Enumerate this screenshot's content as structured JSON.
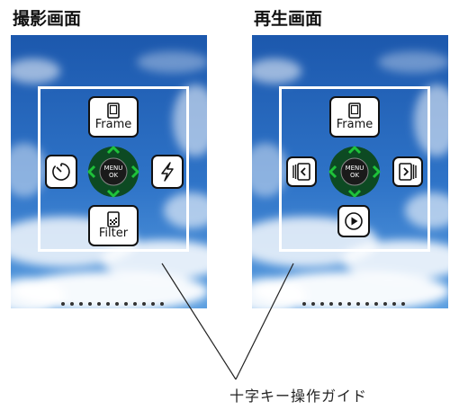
{
  "panels": {
    "shooting": {
      "title": "撮影画面",
      "top_button": {
        "label": "Frame",
        "icon": "frame-icon"
      },
      "left_button": {
        "icon": "self-timer-icon"
      },
      "right_button": {
        "icon": "flash-icon"
      },
      "bottom_button": {
        "label": "Filter",
        "icon": "filter-icon"
      },
      "dpad": {
        "line1": "MENU",
        "line2": "OK"
      }
    },
    "playback": {
      "title": "再生画面",
      "top_button": {
        "label": "Frame",
        "icon": "frame-icon"
      },
      "left_button": {
        "icon": "previous-image-icon"
      },
      "right_button": {
        "icon": "next-image-icon"
      },
      "bottom_button": {
        "icon": "play-icon"
      },
      "dpad": {
        "line1": "MENU",
        "line2": "OK"
      }
    }
  },
  "caption": "十字キー操作ガイド",
  "colors": {
    "sky_top": "#1f5fb4",
    "sky_bottom": "#4c8fd8",
    "cloud": "#ffffff",
    "dpad_ring": "#0d4a23",
    "dpad_arrow": "#1ec23a",
    "dpad_center": "#1a1a1a"
  }
}
